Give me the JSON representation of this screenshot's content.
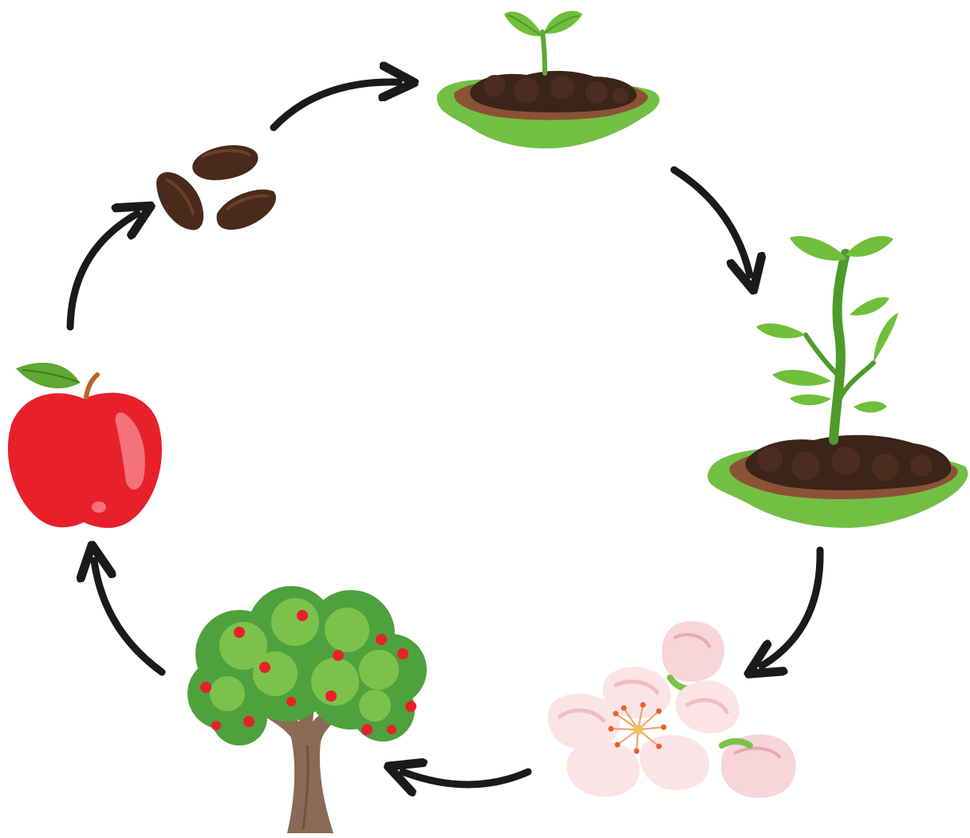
{
  "diagram": {
    "type": "cycle",
    "stages": [
      {
        "id": "seeds",
        "icon": "apple-seeds-icon"
      },
      {
        "id": "sprout",
        "icon": "sprout-in-soil-icon"
      },
      {
        "id": "seedling",
        "icon": "young-plant-in-soil-icon"
      },
      {
        "id": "blossom",
        "icon": "apple-blossom-icon"
      },
      {
        "id": "tree",
        "icon": "apple-tree-icon"
      },
      {
        "id": "fruit",
        "icon": "red-apple-icon"
      }
    ],
    "arrow_color": "#1a1a1a",
    "colors": {
      "apple_red": "#e8202a",
      "leaf_green": "#6fbf3a",
      "soil_dark": "#3b2418",
      "soil_brown": "#8a5236",
      "seed_brown": "#4a2a1a",
      "blossom_pink": "#f7d9dc",
      "trunk_brown": "#8b6a55",
      "canopy_green": "#5fb84a"
    }
  }
}
